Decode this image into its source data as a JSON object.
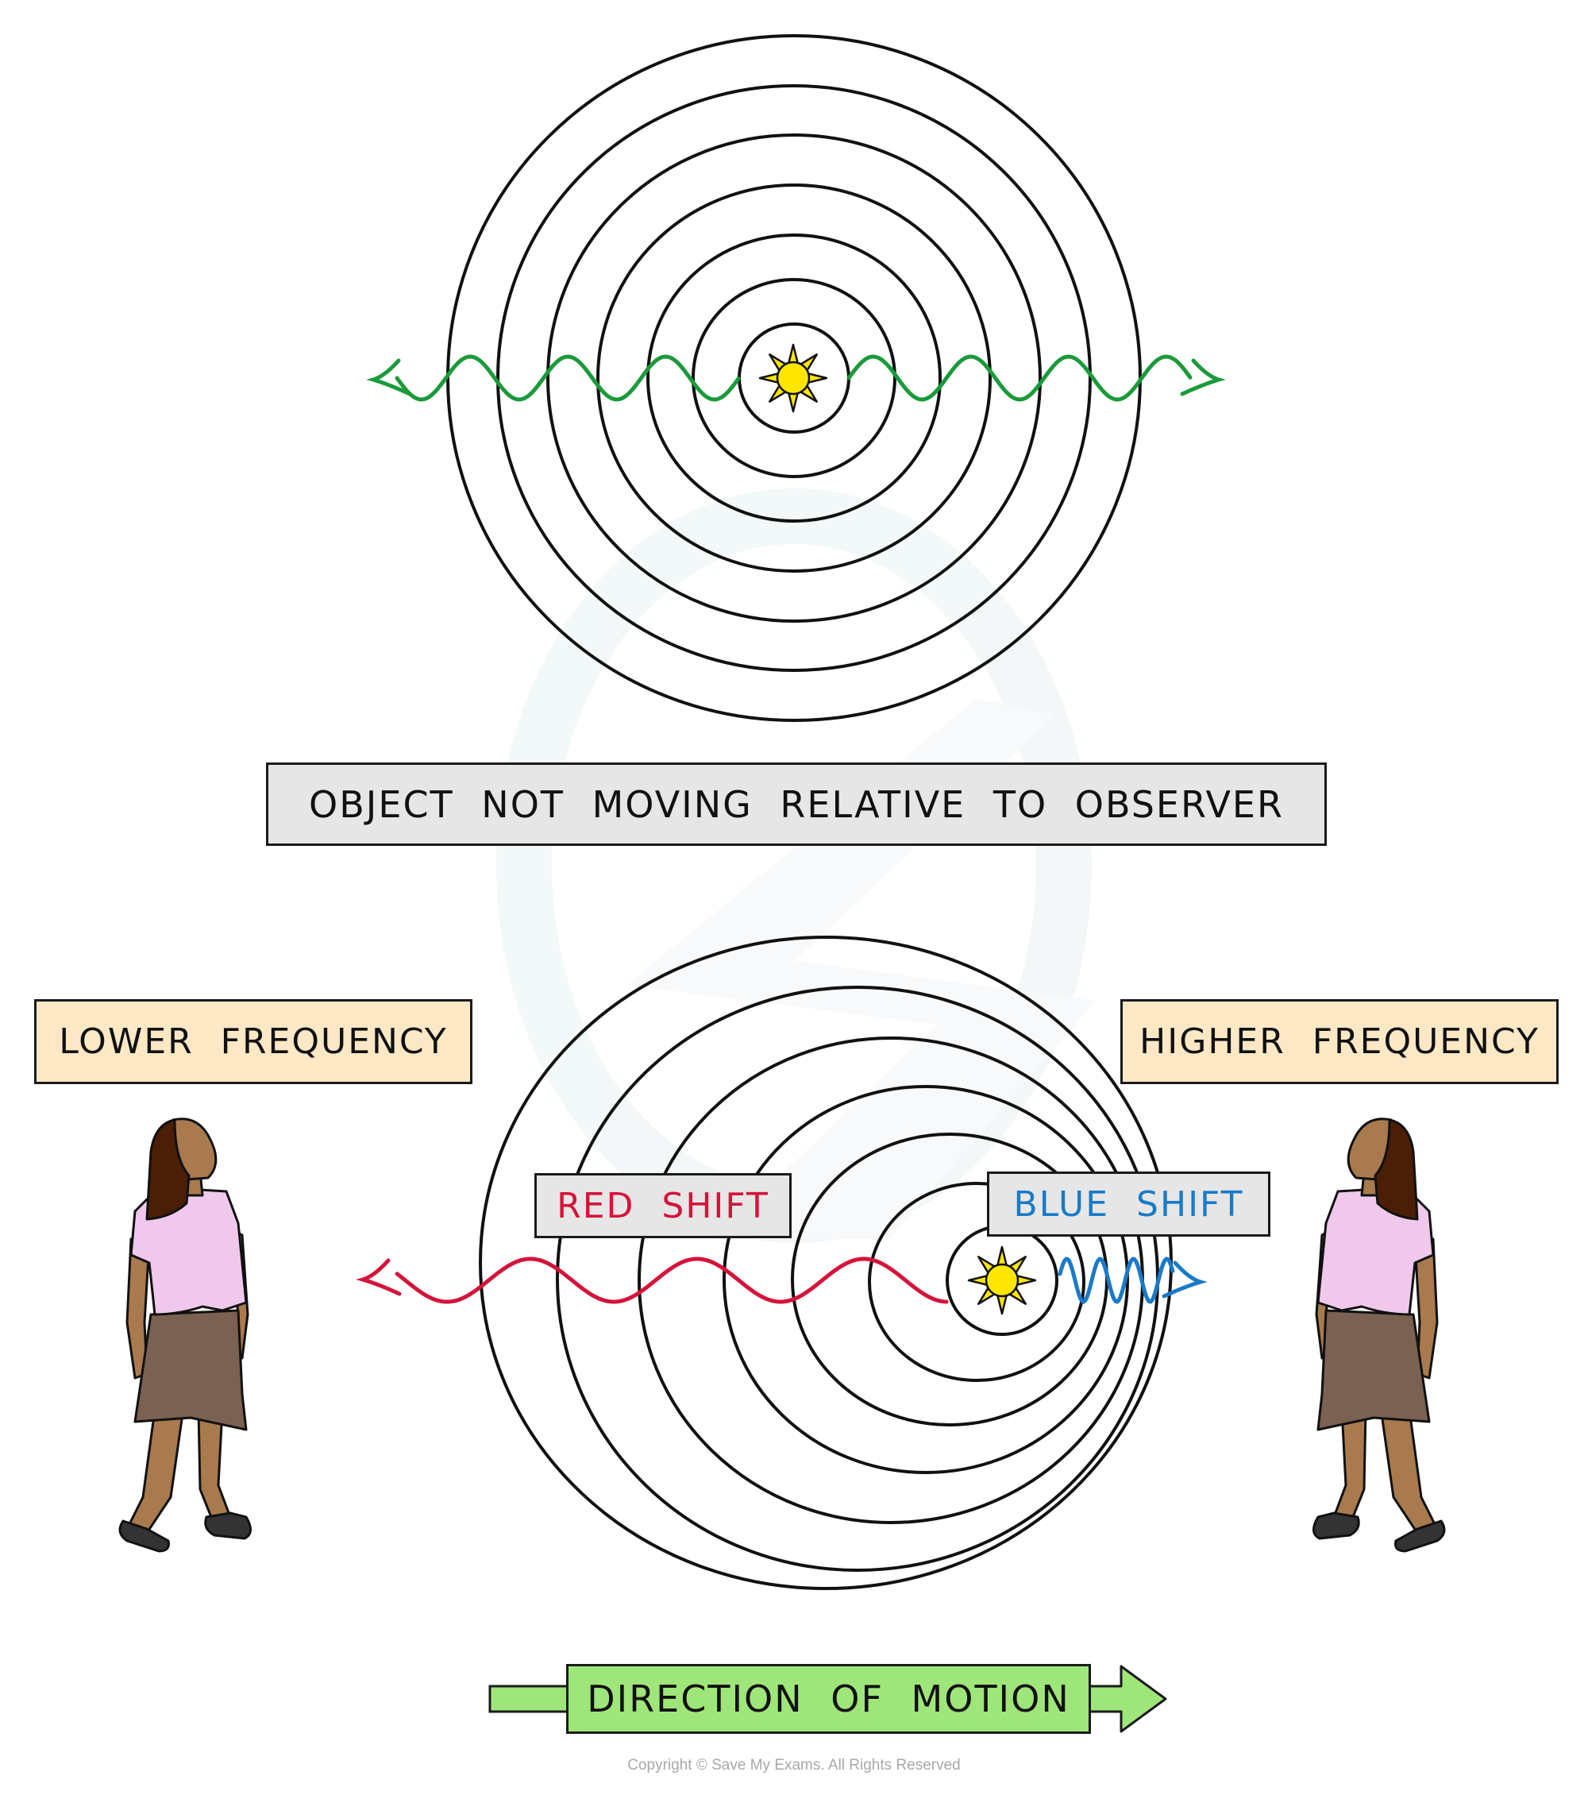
{
  "title": "Doppler effect: stationary vs moving wave source",
  "colors": {
    "ring_stroke": "#111111",
    "static_wave": "#1a9a3a",
    "red_shift": "#d4143a",
    "blue_shift": "#1a7ac8",
    "sun_fill": "#ffe600",
    "label_gray": "#e6e6e6",
    "label_peach": "#fde8c6",
    "label_green": "#9fe67a",
    "skin": "#a87a4d",
    "hair": "#4a1f05",
    "shirt": "#f0c8ec",
    "skirt": "#7a6152",
    "shoes": "#333333",
    "watermark": "#eef4f6"
  },
  "top_panel": {
    "source_icon": "sun-icon",
    "ring_count": 7,
    "caption": "OBJECT NOT MOVING RELATIVE TO OBSERVER"
  },
  "bottom_panel": {
    "source_icon": "sun-icon",
    "ring_count": 7,
    "left_observer_label": "LOWER FREQUENCY",
    "right_observer_label": "HIGHER FREQUENCY",
    "red_label": "RED SHIFT",
    "blue_label": "BLUE SHIFT",
    "motion_label": "DIRECTION OF MOTION",
    "motion_direction": "right"
  },
  "footer": {
    "copyright": "Copyright © Save My Exams. All Rights Reserved"
  }
}
